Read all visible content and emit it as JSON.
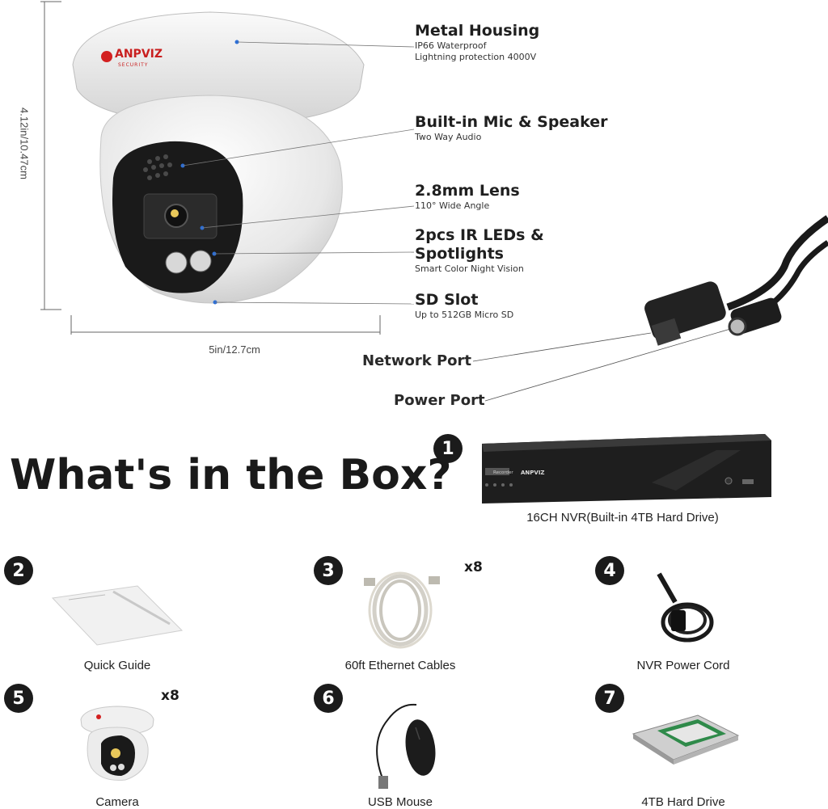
{
  "features": [
    {
      "title": "Metal Housing",
      "subs": [
        "IP66 Waterproof",
        "Lightning protection 4000V"
      ]
    },
    {
      "title": "Built-in Mic & Speaker",
      "subs": [
        "Two Way Audio"
      ]
    },
    {
      "title": "2.8mm Lens",
      "subs": [
        "110° Wide Angle"
      ]
    },
    {
      "title": "2pcs IR LEDs &",
      "title2": "Spotlights",
      "subs": [
        "Smart Color Night Vision"
      ]
    },
    {
      "title": "SD Slot",
      "subs": [
        "Up to 512GB Micro SD"
      ]
    }
  ],
  "dimensions": {
    "height": "4.12in/10.47cm",
    "width": "5in/12.7cm"
  },
  "camera_brand": "ANPVIZ",
  "camera_brand_sub": "SECURITY",
  "ports": {
    "network": "Network Port",
    "power": "Power Port"
  },
  "box": {
    "title": "What's in the Box?",
    "items": [
      {
        "num": "1",
        "label": "16CH NVR(Built-in 4TB Hard Drive)",
        "qty": ""
      },
      {
        "num": "2",
        "label": "Quick Guide",
        "qty": ""
      },
      {
        "num": "3",
        "label": "60ft Ethernet Cables",
        "qty": "x8"
      },
      {
        "num": "4",
        "label": "NVR Power Cord",
        "qty": ""
      },
      {
        "num": "5",
        "label": "Camera",
        "qty": "x8"
      },
      {
        "num": "6",
        "label": "USB Mouse",
        "qty": ""
      },
      {
        "num": "7",
        "label": "4TB Hard Drive",
        "qty": ""
      }
    ]
  },
  "nvr_brand": "ANPVIZ",
  "nvr_panel_label": "Recorder"
}
